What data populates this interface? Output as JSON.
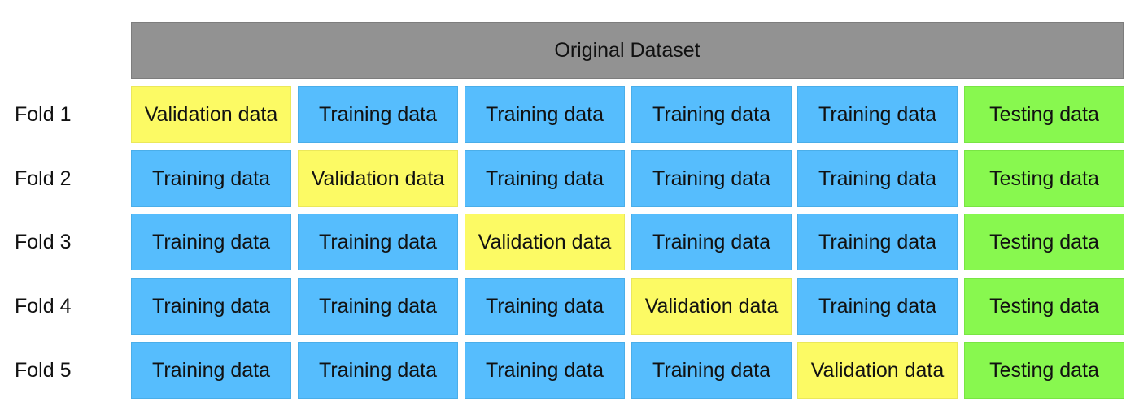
{
  "header": {
    "title": "Original Dataset"
  },
  "legend_types": [
    "Training data",
    "Validation data",
    "Testing data"
  ],
  "colors": {
    "header": "#929292",
    "training": "#56bdfd",
    "validation": "#fcfa64",
    "testing": "#88f84f"
  },
  "folds": [
    {
      "label": "Fold 1",
      "cells": [
        {
          "type": "validation",
          "text": "Validation data"
        },
        {
          "type": "training",
          "text": "Training data"
        },
        {
          "type": "training",
          "text": "Training data"
        },
        {
          "type": "training",
          "text": "Training data"
        },
        {
          "type": "training",
          "text": "Training data"
        },
        {
          "type": "testing",
          "text": "Testing data"
        }
      ]
    },
    {
      "label": "Fold 2",
      "cells": [
        {
          "type": "training",
          "text": "Training data"
        },
        {
          "type": "validation",
          "text": "Validation data"
        },
        {
          "type": "training",
          "text": "Training data"
        },
        {
          "type": "training",
          "text": "Training data"
        },
        {
          "type": "training",
          "text": "Training data"
        },
        {
          "type": "testing",
          "text": "Testing data"
        }
      ]
    },
    {
      "label": "Fold 3",
      "cells": [
        {
          "type": "training",
          "text": "Training data"
        },
        {
          "type": "training",
          "text": "Training data"
        },
        {
          "type": "validation",
          "text": "Validation data"
        },
        {
          "type": "training",
          "text": "Training data"
        },
        {
          "type": "training",
          "text": "Training data"
        },
        {
          "type": "testing",
          "text": "Testing data"
        }
      ]
    },
    {
      "label": "Fold 4",
      "cells": [
        {
          "type": "training",
          "text": "Training data"
        },
        {
          "type": "training",
          "text": "Training data"
        },
        {
          "type": "training",
          "text": "Training data"
        },
        {
          "type": "validation",
          "text": "Validation data"
        },
        {
          "type": "training",
          "text": "Training data"
        },
        {
          "type": "testing",
          "text": "Testing data"
        }
      ]
    },
    {
      "label": "Fold 5",
      "cells": [
        {
          "type": "training",
          "text": "Training data"
        },
        {
          "type": "training",
          "text": "Training data"
        },
        {
          "type": "training",
          "text": "Training data"
        },
        {
          "type": "training",
          "text": "Training data"
        },
        {
          "type": "validation",
          "text": "Validation data"
        },
        {
          "type": "testing",
          "text": "Testing data"
        }
      ]
    }
  ]
}
